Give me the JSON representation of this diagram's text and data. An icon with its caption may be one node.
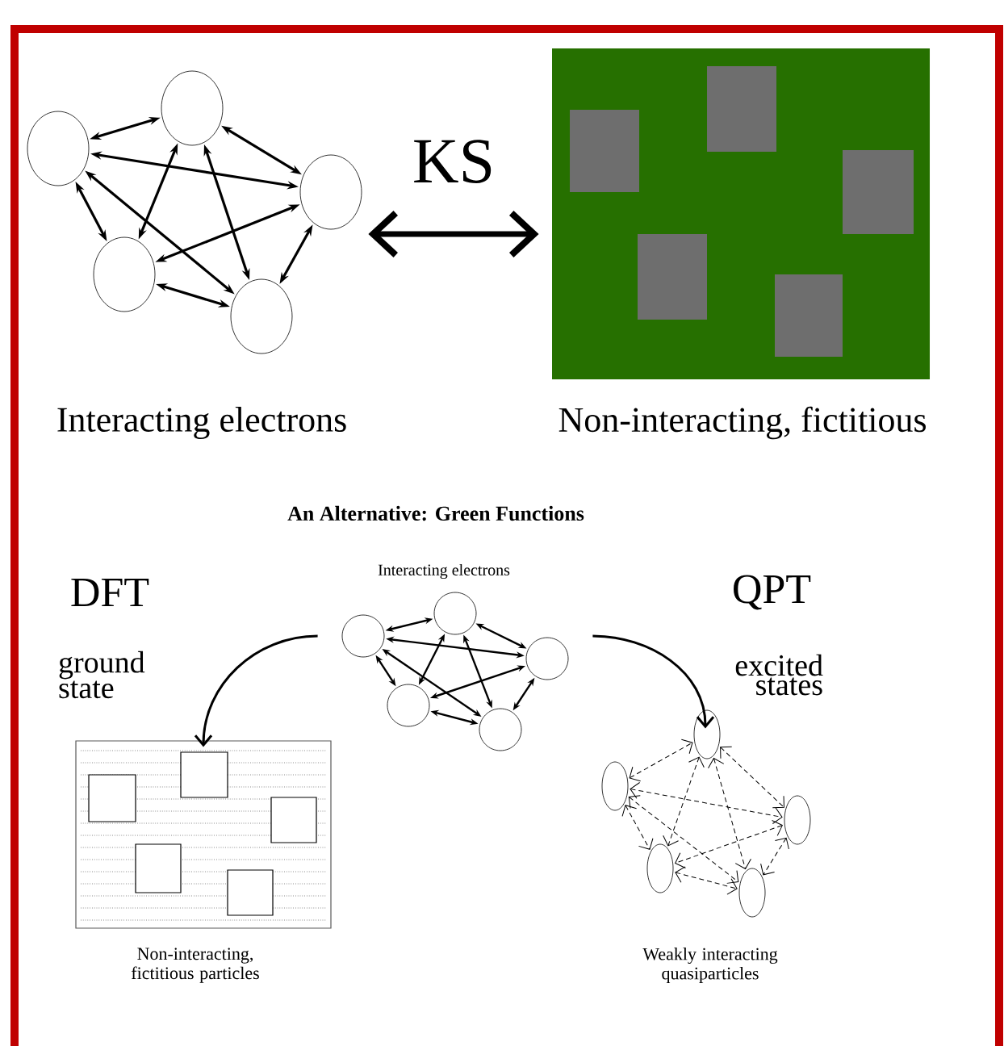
{
  "diagram": {
    "nodes": [
      {
        "text": [],
        "shape": "picture",
        "beside": [
          "Interacting electrons"
        ]
      },
      {
        "text": [],
        "shape": "box",
        "beside": [
          "Non-interacting, fictitious"
        ]
      },
      {
        "text": [],
        "shape": "picture",
        "beside": [
          "Interacting electrons"
        ]
      },
      {
        "text": [],
        "shape": "box",
        "beside": [
          "Non-interacting, fictitious particles"
        ]
      },
      {
        "text": [],
        "shape": "picture",
        "beside": [
          "Weakly interacting quasiparticles"
        ]
      }
    ],
    "edges": [
      {
        "from": 0,
        "to": 1,
        "arrow": "both",
        "label": "KS",
        "style": "thick"
      },
      {
        "from": 2,
        "to": 3,
        "arrow": "to"
      },
      {
        "from": 2,
        "to": 4,
        "arrow": "to"
      }
    ],
    "labels": [
      "An Alternative: Green Functions",
      "DFT",
      "ground state",
      "QPT",
      "excited states"
    ]
  }
}
